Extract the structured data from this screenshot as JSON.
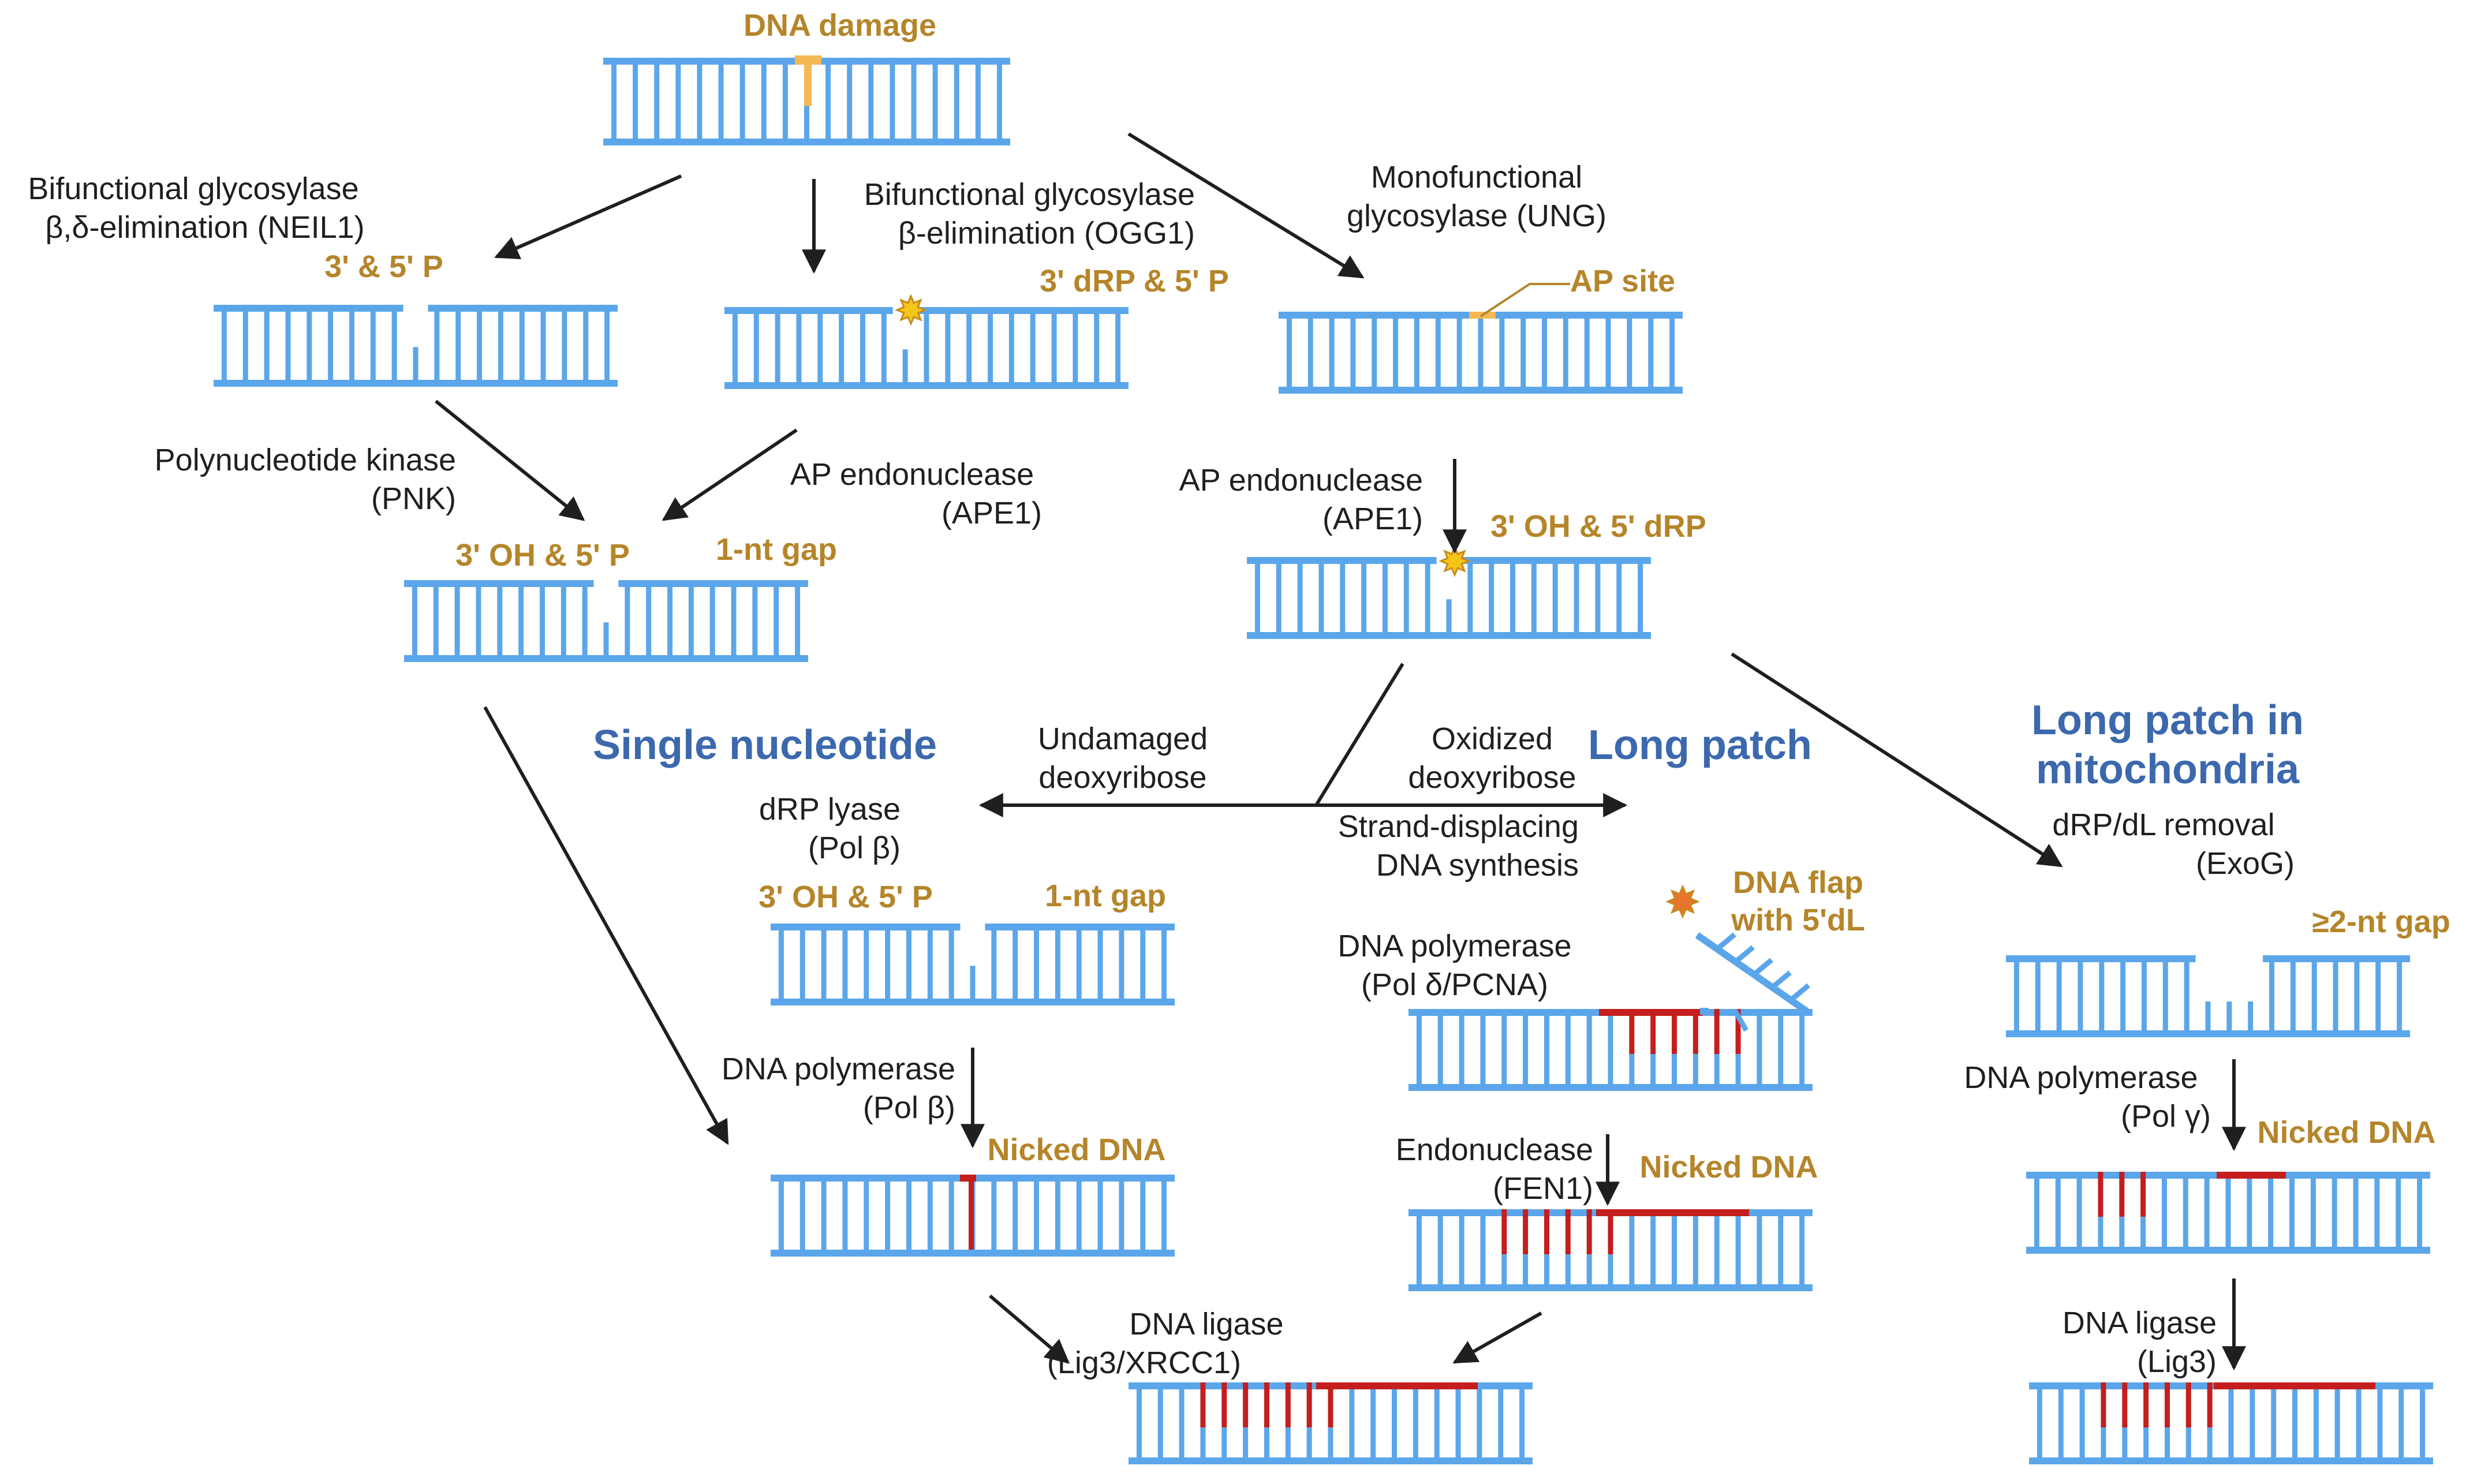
{
  "colors": {
    "strand": "#5ba6ea",
    "repair": "#c41e1e",
    "damage": "#f5b854",
    "arrow": "#1f1f1f",
    "star": "#f5c518"
  },
  "labels": {
    "dna_damage": "DNA damage",
    "neil1_l1": "Bifunctional glycosylase",
    "neil1_l2": "β,δ-elimination (NEIL1)",
    "ogg1_l1": "Bifunctional glycosylase",
    "ogg1_l2": "β-elimination (OGG1)",
    "ung_l1": "Monofunctional",
    "ung_l2": "glycosylase (UNG)",
    "p35": "3' & 5' P",
    "drp35": "3' dRP & 5' P",
    "ap_site": "AP site",
    "pnk_l1": "Polynucleotide kinase",
    "pnk_l2": "(PNK)",
    "ape_a_l1": "AP endonuclease",
    "ape_a_l2": "(APE1)",
    "ape_b_l1": "AP endonuclease",
    "ape_b_l2": "(APE1)",
    "oh5p_a": "3' OH & 5' P",
    "gap_a": "1-nt gap",
    "oh5drp": "3' OH & 5' dRP",
    "single_nt": "Single nucleotide",
    "long_patch": "Long patch",
    "mito_l1": "Long patch in",
    "mito_l2": "mitochondria",
    "undam_l1": "Undamaged",
    "undam_l2": "deoxyribose",
    "oxid_l1": "Oxidized",
    "oxid_l2": "deoxyribose",
    "drp_lyase_l1": "dRP lyase",
    "drp_lyase_l2": "(Pol β)",
    "oh5p_b": "3' OH & 5' P",
    "gap_b": "1-nt gap",
    "strand_l1": "Strand-displacing",
    "strand_l2": "DNA synthesis",
    "flap_l1": "DNA flap",
    "flap_l2": "with 5'dL",
    "exog_l1": "dRP/dL removal",
    "exog_l2": "(ExoG)",
    "gap2": "≥2-nt gap",
    "pold_l1": "DNA polymerase",
    "pold_l2": "(Pol δ/PCNA)",
    "polb_l1": "DNA polymerase",
    "polb_l2": "(Pol β)",
    "nicked_a": "Nicked DNA",
    "fen1_l1": "Endonuclease",
    "fen1_l2": "(FEN1)",
    "nicked_b": "Nicked DNA",
    "polg_l1": "DNA polymerase",
    "polg_l2": "(Pol γ)",
    "nicked_c": "Nicked DNA",
    "lig3x_l1": "DNA ligase",
    "lig3x_l2": "(Lig3/XRCC1)",
    "lig3_l1": "DNA ligase",
    "lig3_l2": "(Lig3)"
  }
}
